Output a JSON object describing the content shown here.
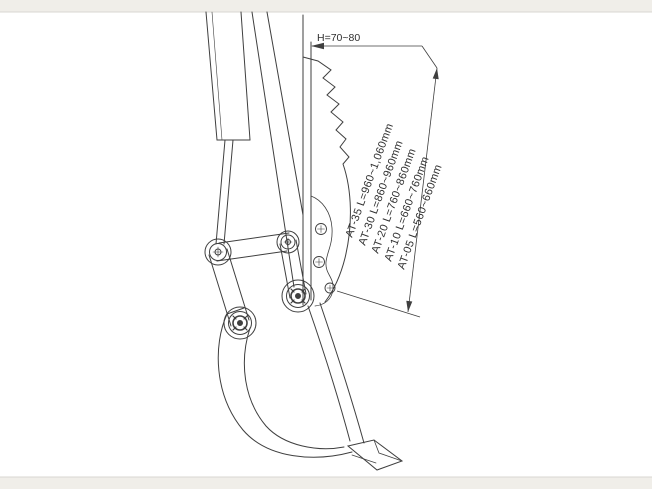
{
  "canvas": {
    "background": "#ffffff",
    "letterbox_color": "#f0eee9",
    "line_color": "#3f3f3f"
  },
  "dimensions": {
    "h_label": "H=70~80"
  },
  "labels": [
    {
      "text": "AT-35 L=960~1,060mm"
    },
    {
      "text": "AT-30 L=860~960mm"
    },
    {
      "text": "AT-20 L=760~860mm"
    },
    {
      "text": "AT-10 L=660~760mm"
    },
    {
      "text": "AT-05 L=560~660mm"
    }
  ]
}
